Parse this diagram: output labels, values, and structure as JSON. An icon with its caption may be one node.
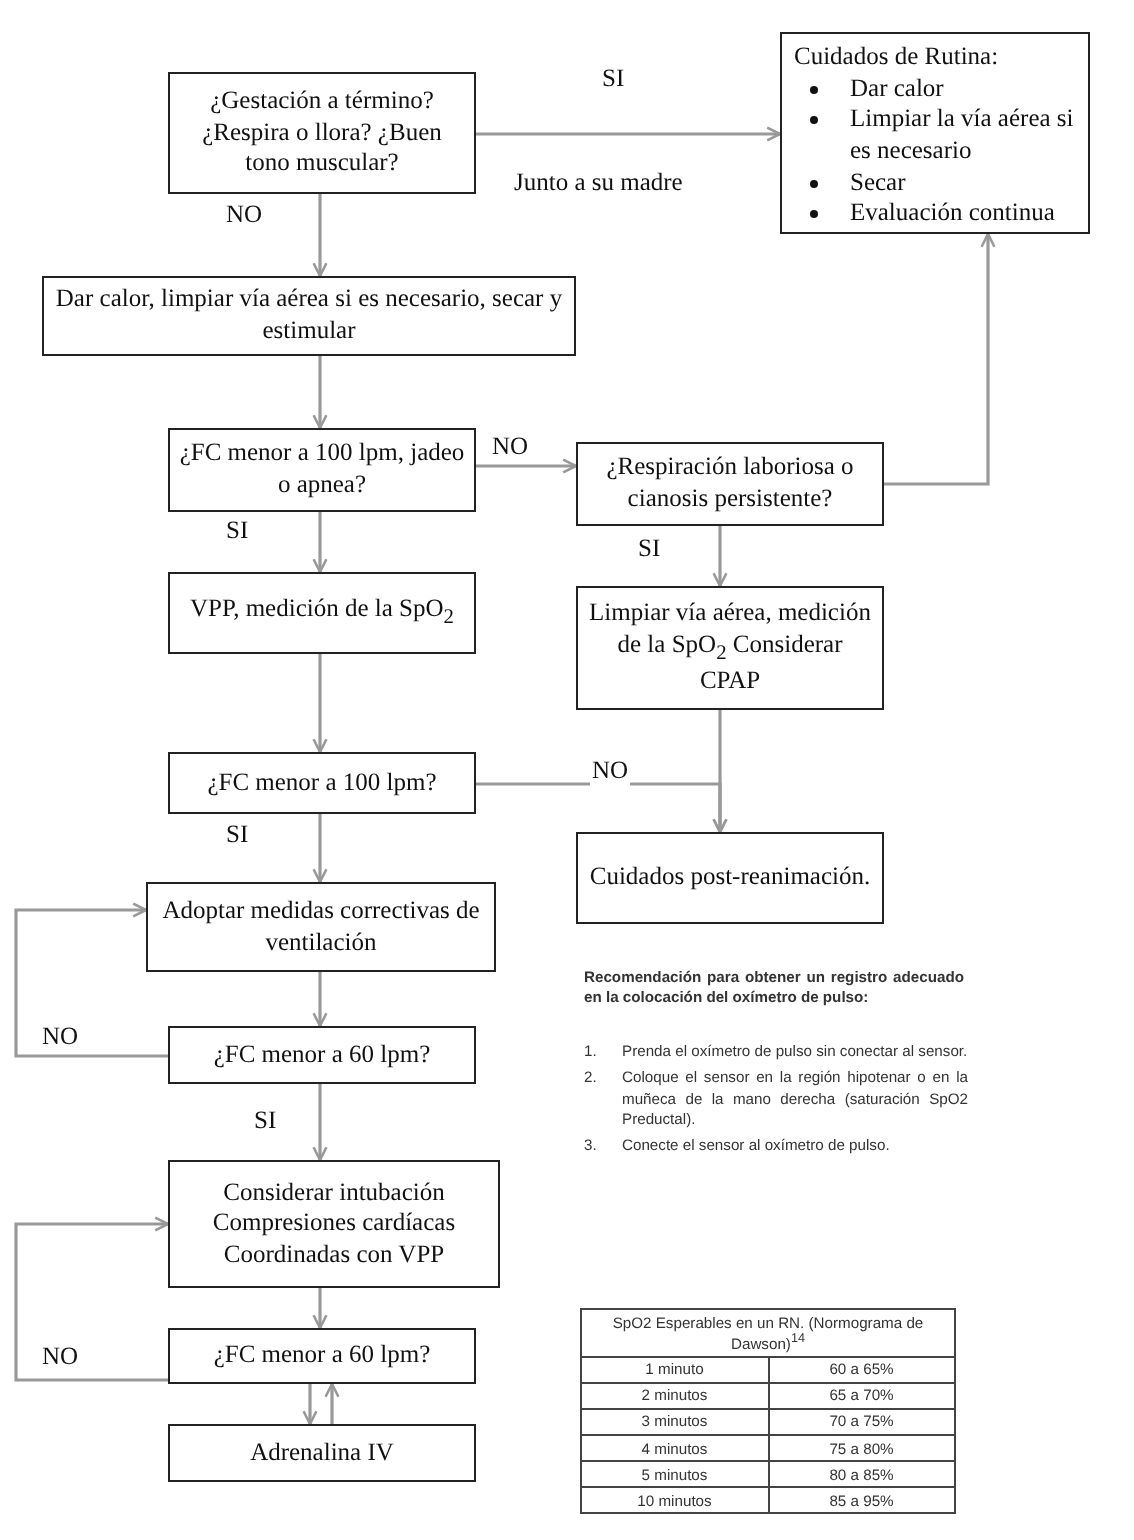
{
  "diagram": {
    "nodes": [
      {
        "text": [
          "¿Gestación a término? ¿Respira o llora? ¿Buen tono muscular?"
        ]
      },
      {
        "text": [
          "Cuidados de Rutina:",
          "Dar calor",
          "Limpiar la vía aérea si es necesario",
          "Secar",
          "Evaluación continua"
        ]
      },
      {
        "text": [
          "Dar calor, limpiar vía aérea si es necesario, secar y estimular"
        ]
      },
      {
        "text": [
          "¿FC menor a 100 lpm, jadeo o apnea?"
        ]
      },
      {
        "text": [
          "¿Respiración laboriosa o cianosis persistente?"
        ]
      },
      {
        "text": [
          "VPP, medición de la SpO$_{2}$"
        ]
      },
      {
        "text": [
          "Limpiar vía aérea, medición de la SpO$_{2}$ Considerar CPAP"
        ]
      },
      {
        "text": [
          "¿FC menor a 100 lpm?"
        ]
      },
      {
        "text": [
          "Cuidados post-reanimación."
        ]
      },
      {
        "text": [
          "Adoptar medidas correctivas de ventilación"
        ]
      },
      {
        "text": [
          "¿FC menor a 60 lpm?"
        ]
      },
      {
        "text": [
          "Considerar intubación Compresiones cardíacas Coordinadas con VPP"
        ]
      },
      {
        "text": [
          "¿FC menor a 60 lpm?"
        ]
      },
      {
        "text": [
          "Adrenalina IV"
        ]
      }
    ],
    "edges": [
      {
        "from": 0,
        "to": 1,
        "arrow": "to",
        "label": "SI"
      },
      {
        "from": 0,
        "to": 2,
        "arrow": "to",
        "label": "NO"
      },
      {
        "from": 2,
        "to": 3,
        "arrow": "to"
      },
      {
        "from": 3,
        "to": 4,
        "arrow": "to",
        "label": "NO"
      },
      {
        "from": 4,
        "to": 1,
        "arrow": "to"
      },
      {
        "from": 3,
        "to": 5,
        "arrow": "to",
        "label": "SI"
      },
      {
        "from": 4,
        "to": 6,
        "arrow": "to",
        "label": "SI"
      },
      {
        "from": 5,
        "to": 7,
        "arrow": "to"
      },
      {
        "from": 6,
        "to": 8,
        "arrow": "to"
      },
      {
        "from": 7,
        "to": 8,
        "arrow": "to",
        "label": "NO"
      },
      {
        "from": 7,
        "to": 9,
        "arrow": "to",
        "label": "SI"
      },
      {
        "from": 9,
        "to": 10,
        "arrow": "to"
      },
      {
        "from": 10,
        "to": 9,
        "arrow": "to",
        "label": "NO"
      },
      {
        "from": 10,
        "to": 11,
        "arrow": "to",
        "label": "SI"
      },
      {
        "from": 11,
        "to": 12,
        "arrow": "to"
      },
      {
        "from": 12,
        "to": 11,
        "arrow": "to",
        "label": "NO"
      },
      {
        "from": 12,
        "to": 13,
        "arrow": "to"
      },
      {
        "from": 13,
        "to": 12,
        "arrow": "to"
      }
    ],
    "labels": [
      "Junto a su madre",
      "Recomendación para obtener un registro adecuado en la colocación del oxímetro de pulso:",
      "1.",
      "Prenda el oxímetro de pulso sin conectar al sensor.",
      "2.",
      "Coloque el sensor en la región hipotenar o en la muñeca de la mano derecha (saturación SpO2 Preductal).",
      "3.",
      "Conecte el sensor al oxímetro de pulso.",
      "SpO2 Esperables en un RN. (Normograma de Dawson)$^{14}$",
      "1 minuto",
      "60 a 65%",
      "2 minutos",
      "65 a 70%",
      "3 minutos",
      "70 a 75%",
      "4 minutos",
      "75 a 80%",
      "5 minutos",
      "80 a 85%",
      "10 minutos",
      "85 a 95%"
    ]
  }
}
